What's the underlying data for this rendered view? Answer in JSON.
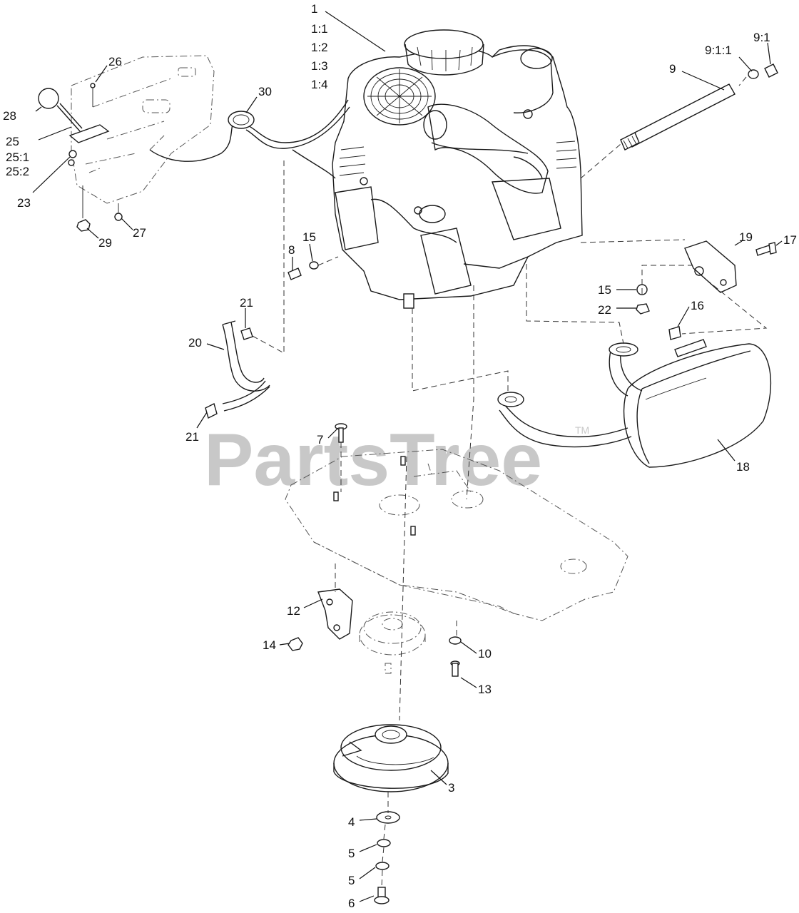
{
  "watermark": {
    "text": "PartsTree",
    "trademark": "TM"
  },
  "callouts": {
    "c1": "1",
    "c1_1": "1:1",
    "c1_2": "1:2",
    "c1_3": "1:3",
    "c1_4": "1:4",
    "c3": "3",
    "c4": "4",
    "c5a": "5",
    "c5b": "5",
    "c6": "6",
    "c7": "7",
    "c8": "8",
    "c9": "9",
    "c9_1": "9:1",
    "c9_1_1": "9:1:1",
    "c10": "10",
    "c12": "12",
    "c13": "13",
    "c14": "14",
    "c15a": "15",
    "c15b": "15",
    "c16": "16",
    "c17": "17",
    "c18": "18",
    "c19": "19",
    "c20": "20",
    "c21a": "21",
    "c21b": "21",
    "c22": "22",
    "c23": "23",
    "c25": "25",
    "c25_1": "25:1",
    "c25_2": "25:2",
    "c26": "26",
    "c27": "27",
    "c28": "28",
    "c29": "29",
    "c30": "30"
  }
}
